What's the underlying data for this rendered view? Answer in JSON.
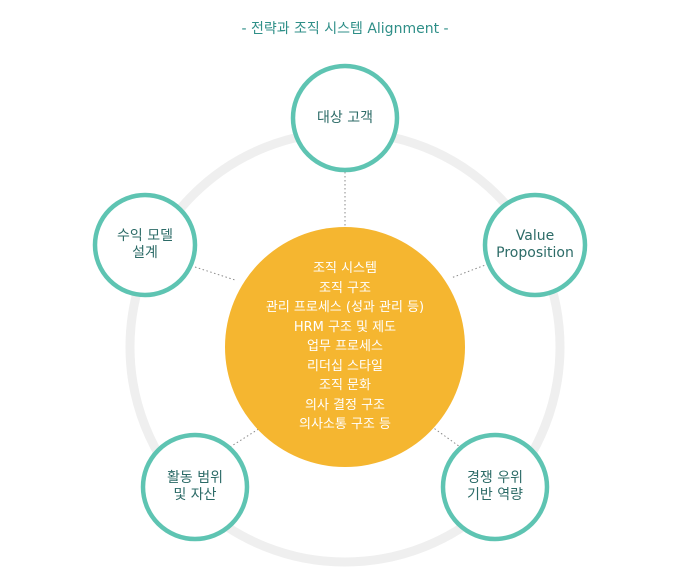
{
  "title": "- 전략과 조직 시스템 Alignment -",
  "center": {
    "lines": [
      "조직 시스템",
      "조직 구조",
      "관리 프로세스 (성과 관리 등)",
      "HRM 구조 및 제도",
      "업무 프로세스",
      "리더십 스타일",
      "조직 문화",
      "의사 결정 구조",
      "의사소통 구조 등"
    ]
  },
  "nodes": {
    "top": [
      "대상 고객"
    ],
    "right": [
      "Value",
      "Proposition"
    ],
    "bottom_right": [
      "경쟁 우위",
      "기반 역량"
    ],
    "bottom_left": [
      "활동 범위",
      "및 자산"
    ],
    "left": [
      "수익 모델",
      "설계"
    ]
  },
  "colors": {
    "title": "#2f8f88",
    "node_border": "#5ec4b2",
    "node_text": "#2c6b67",
    "center_fill": "#f5b630",
    "ring": "#efefef",
    "connector": "#8a8a8a"
  }
}
